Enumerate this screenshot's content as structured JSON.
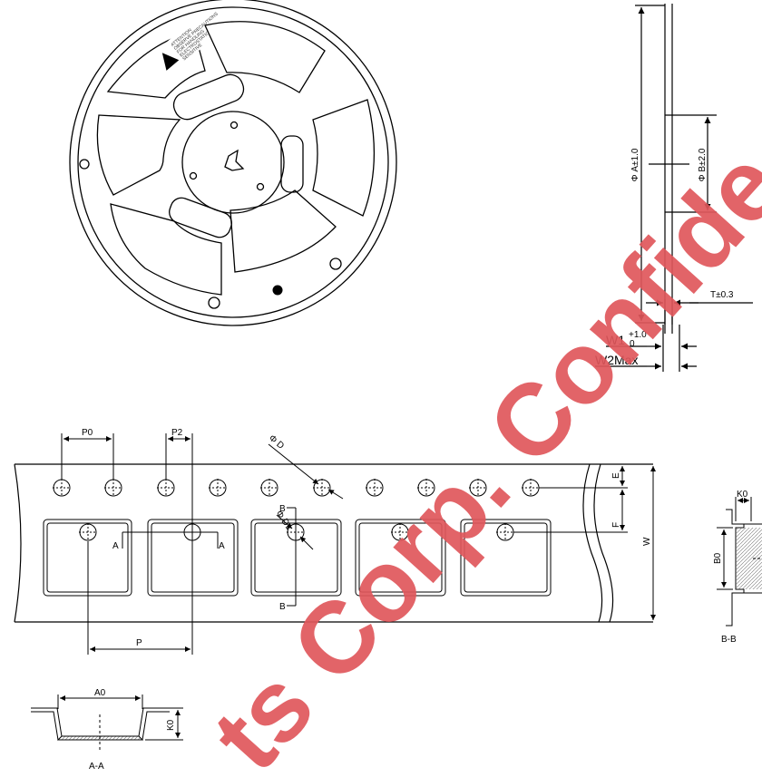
{
  "reel": {
    "label_title": "ATTENTION",
    "label_lines": [
      "OBSERVE PRECAUTIONS",
      "FOR HANDLING",
      "ELECTROSTATIC",
      "SENSITIVE",
      "DEVICES"
    ]
  },
  "reel_side": {
    "dim_a": "Φ A±1.0",
    "dim_b": "Φ B±2.0",
    "dim_t": "T±0.3",
    "dim_w1": "W1",
    "dim_w1_sup": "+1.0",
    "dim_w1_sub": "0",
    "dim_w2": "W2Max"
  },
  "tape": {
    "p0": "P0",
    "p2": "P2",
    "d": "Φ D",
    "d1": "Φ D1",
    "e": "E",
    "f": "F",
    "w": "W",
    "p": "P",
    "a": "A",
    "b": "B"
  },
  "section_bb": {
    "k0": "K0",
    "b0": "B0",
    "title": "B-B"
  },
  "section_aa": {
    "a0": "A0",
    "k0": "K0",
    "title": "A-A"
  },
  "watermark": {
    "text": "ts Corp. Confide"
  }
}
